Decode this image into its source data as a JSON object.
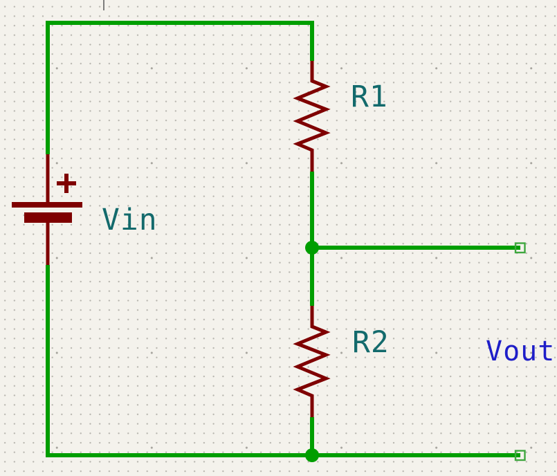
{
  "schematic": {
    "components": {
      "battery": {
        "value_label": "Vin",
        "symbol": "battery-cell"
      },
      "resistor1": {
        "reference_label": "R1",
        "symbol": "resistor-zigzag"
      },
      "resistor2": {
        "reference_label": "R2",
        "symbol": "resistor-zigzag"
      }
    },
    "net_labels": {
      "output": "Vout"
    }
  },
  "colors": {
    "wire": "#009e00",
    "component": "#7f0000",
    "annotation": "#136a6c",
    "netlabel": "#1e1ec8",
    "background": "#f4f2ec",
    "griddot": "#b6b4ad",
    "gridcoarse": "#a5a39c",
    "endmarker": "#3fa73f",
    "marker": "#7d7d7d"
  }
}
